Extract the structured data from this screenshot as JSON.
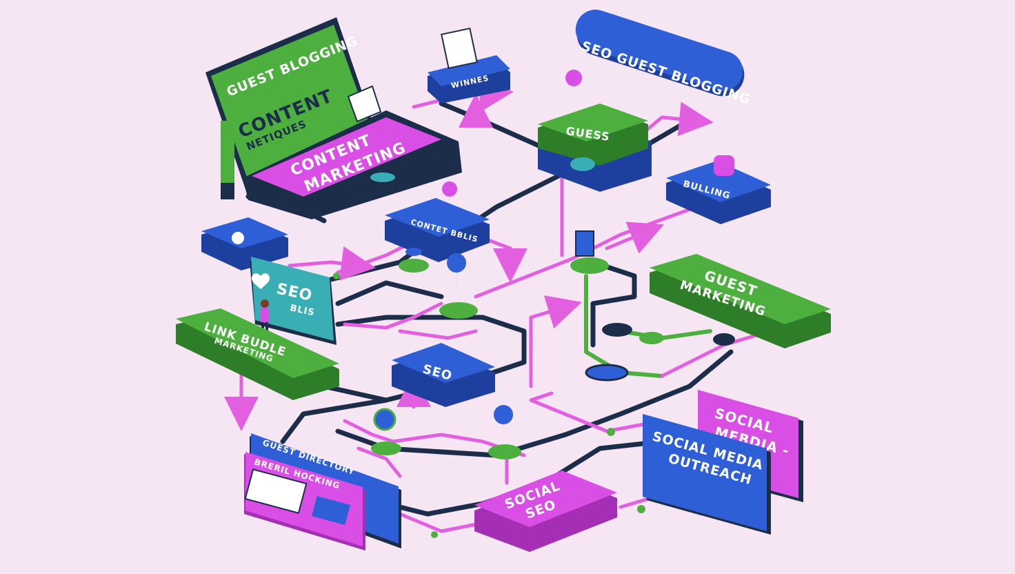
{
  "colors": {
    "background": "#f6e6f3",
    "green": "#4caf3e",
    "green_dark": "#2e7d28",
    "blue": "#2f5fd6",
    "blue_dark": "#1d3f9e",
    "magenta": "#d94fe6",
    "magenta_dark": "#a42fb5",
    "teal": "#3aaeb5",
    "navy": "#1c2d4a",
    "pink_line": "#e25fe0",
    "text_light": "#ffffff",
    "text_dark": "#1c2d4a"
  },
  "laptop": {
    "screen_line1": "GUEST BLOGGING",
    "screen_line2": "CONTENT",
    "screen_line3": "NETIQUES",
    "keyboard_label_line1": "CONTENT",
    "keyboard_label_line2": "MARKETING"
  },
  "nodes": {
    "seo_guest_blogging": "SEO GUEST BLOGGING",
    "guess": "GUESS",
    "blue_top_small": "WINNES",
    "bulling": "BULLING",
    "content_bblis": "CONTET BBLIS",
    "seo_sign_line1": "SEO",
    "seo_sign_line2": "BLIS",
    "link_bundle_line1": "LINK BUDLE",
    "link_bundle_line2": "MARKETING",
    "guest_marketing_line1": "GUEST",
    "guest_marketing_line2": "MARKETING",
    "seo_center": "SEO",
    "social_media_line1": "SOCIAL",
    "social_media_line2": "MEBDIA -",
    "social_media_outreach_line1": "SOCIAL MEDIA",
    "social_media_outreach_line2": "OUTREACH",
    "social_seo_line1": "SOCIAL",
    "social_seo_line2": "SEO",
    "guest_directory": "GUEST DIRECTORY",
    "bottom_left_magenta": "BRERIL HOCKING"
  }
}
